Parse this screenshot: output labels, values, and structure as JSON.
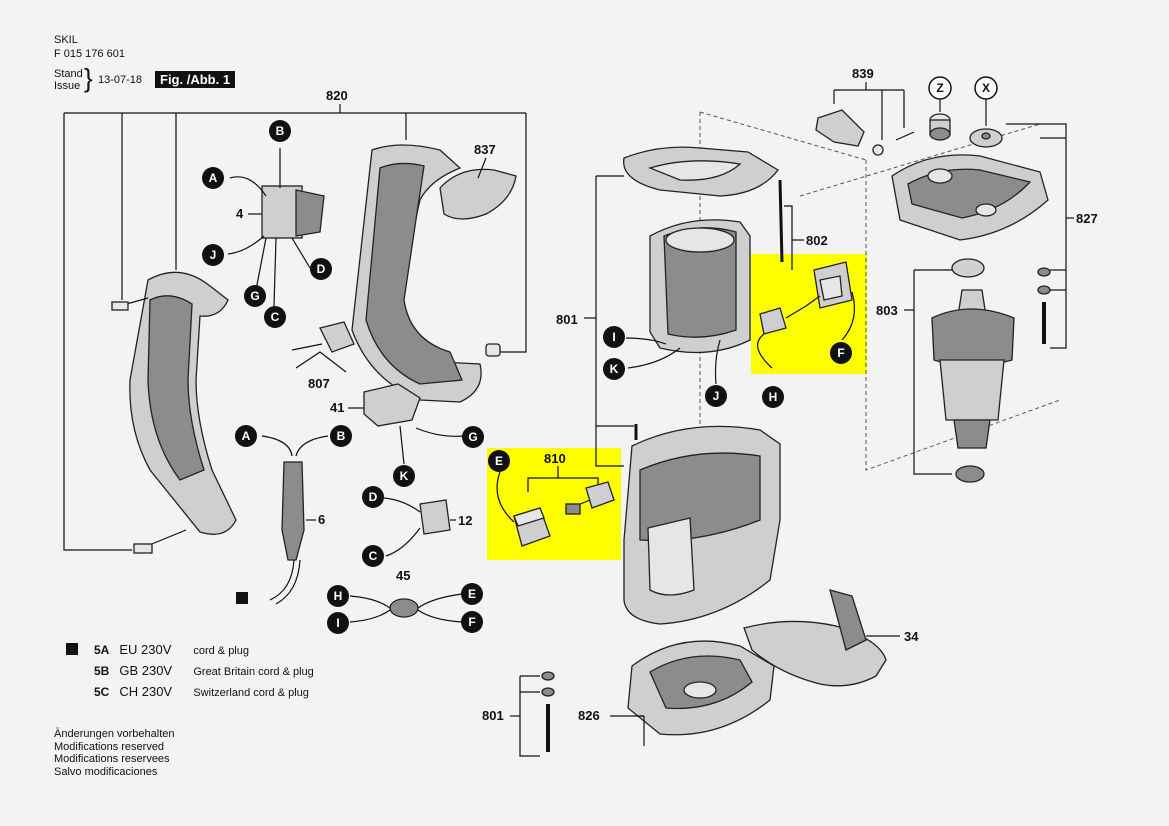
{
  "header": {
    "brand": "SKIL",
    "part_number": "F 015 176 601",
    "stand_label": "Stand",
    "issue_label": "Issue",
    "date": "13-07-18",
    "figure": "Fig. /Abb. 1"
  },
  "numbers": {
    "n820": "820",
    "n837": "837",
    "n4": "4",
    "n807": "807",
    "n41": "41",
    "n6": "6",
    "n12": "12",
    "n45": "45",
    "n801a": "801",
    "n801b": "801",
    "n802": "802",
    "n810": "810",
    "n839": "839",
    "n827": "827",
    "n803": "803",
    "n826": "826",
    "n34": "34"
  },
  "letters": {
    "A": "A",
    "B": "B",
    "C": "C",
    "D": "D",
    "E": "E",
    "F": "F",
    "G": "G",
    "H": "H",
    "I": "I",
    "J": "J",
    "K": "K",
    "X": "X",
    "Z": "Z"
  },
  "legend": [
    {
      "code": "5A",
      "volt": "EU 230V",
      "desc": "cord & plug",
      "marker": true
    },
    {
      "code": "5B",
      "volt": "GB 230V",
      "desc": "Great Britain cord & plug",
      "marker": false
    },
    {
      "code": "5C",
      "volt": "CH 230V",
      "desc": "Switzerland cord & plug",
      "marker": false
    }
  ],
  "notes": [
    "Änderungen vorbehalten",
    "Modifications reserved",
    "Modifications reservees",
    "Salvo modificaciones"
  ],
  "colors": {
    "highlight": "#ffff00",
    "background": "#f3f3f3",
    "ink": "#111111"
  }
}
